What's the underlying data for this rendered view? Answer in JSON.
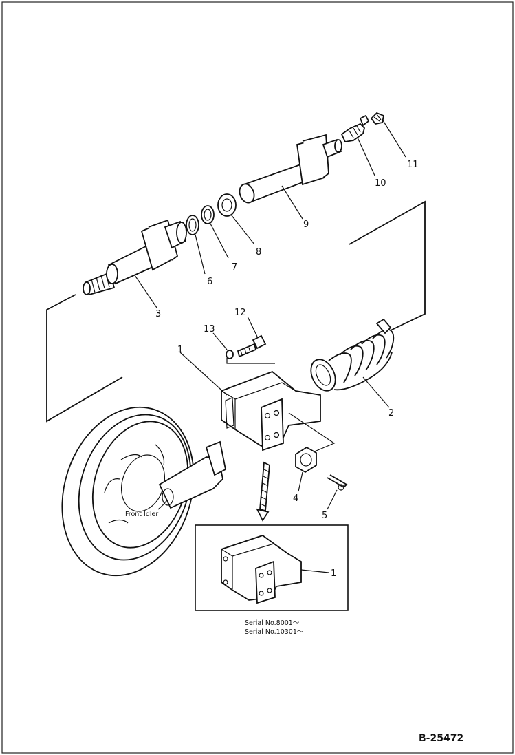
{
  "callouts": {
    "c1": "1",
    "c2": "2",
    "c3": "3",
    "c4": "4",
    "c5": "5",
    "c6": "6",
    "c7": "7",
    "c8": "8",
    "c9": "9",
    "c10": "10",
    "c11": "11",
    "c12": "12",
    "c13": "13",
    "c1_inset": "1"
  },
  "labels": {
    "front_idler": "Front Idler",
    "serial_1": "Serial No.8001～",
    "serial_2": "Serial No.10301～"
  },
  "document_id": "B-25472"
}
